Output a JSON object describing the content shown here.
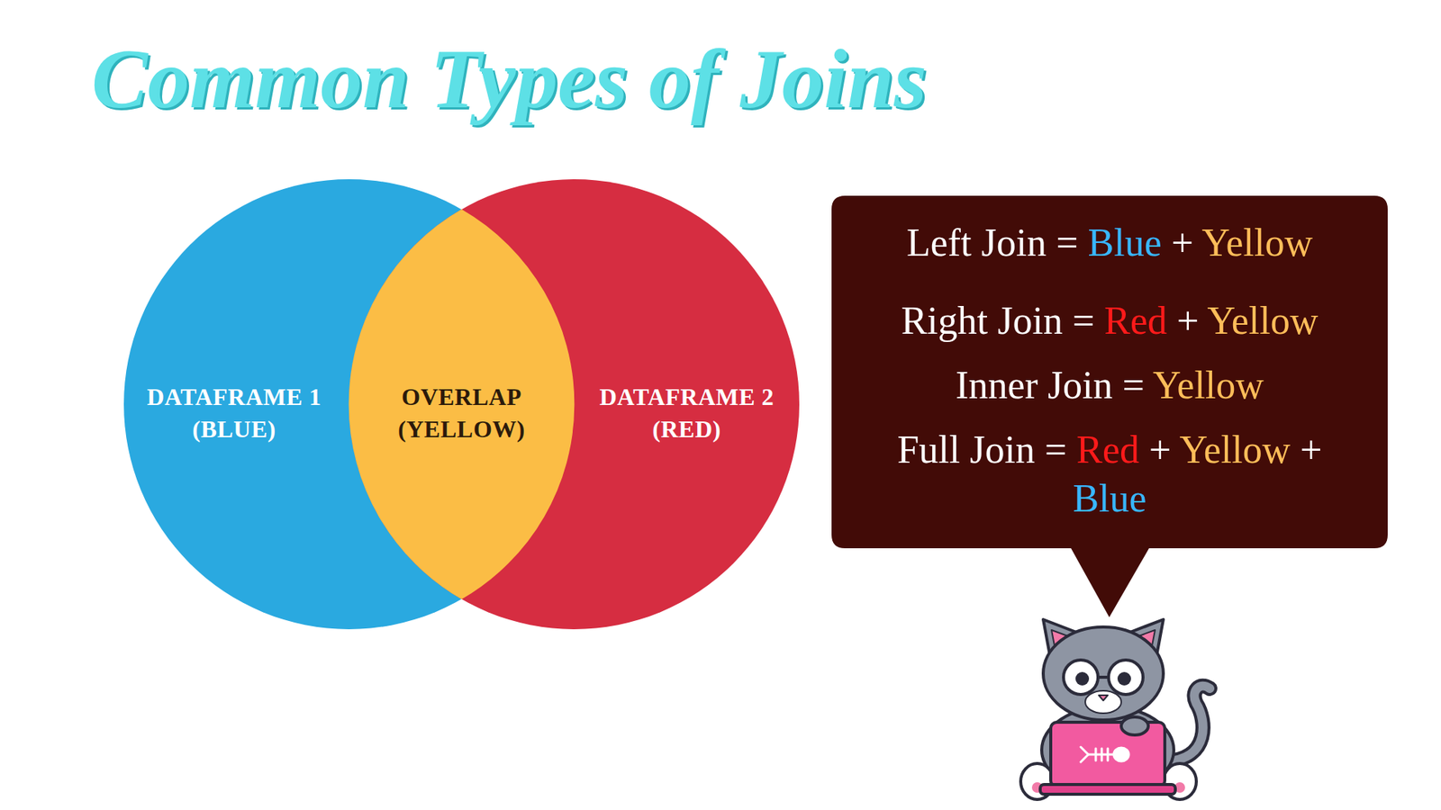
{
  "diagram": {
    "title": "Common Types of Joins",
    "nodes": [
      {
        "text": [
          "DATAFRAME 1 (BLUE)"
        ]
      },
      {
        "text": [
          "OVERLAP (YELLOW)"
        ]
      },
      {
        "text": [
          "DATAFRAME 2 (RED)"
        ]
      },
      {
        "text": [
          "Left Join = Blue + Yellow",
          "Right Join = Red + Yellow",
          "Inner Join = Yellow",
          "Full Join = Red + Yellow + Blue"
        ]
      }
    ]
  }
}
